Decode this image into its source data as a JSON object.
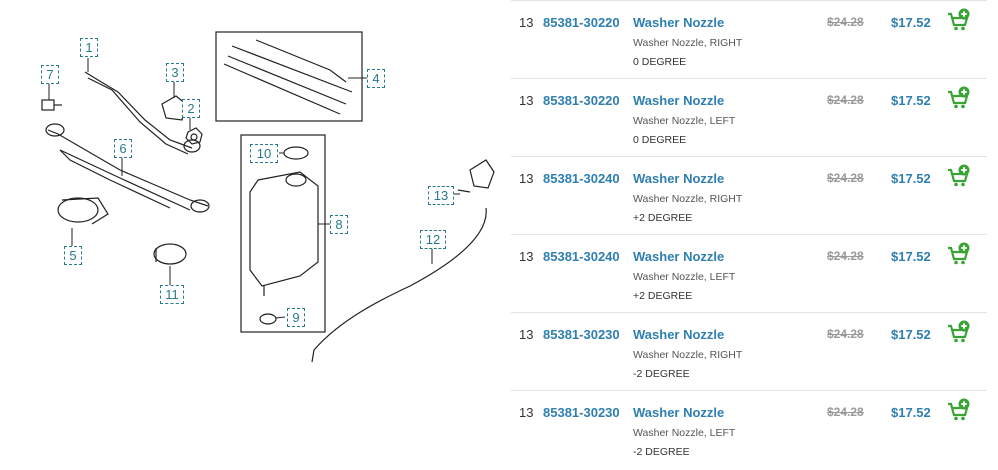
{
  "diagram": {
    "callouts": [
      "1",
      "2",
      "3",
      "4",
      "5",
      "6",
      "7",
      "8",
      "9",
      "10",
      "11",
      "12",
      "13"
    ]
  },
  "parts": [
    {
      "ref": "13",
      "part_number": "85381-30220",
      "name": "Washer Nozzle",
      "description": "Washer Nozzle, RIGHT",
      "note": "0 DEGREE",
      "msrp": "$24.28",
      "price": "$17.52"
    },
    {
      "ref": "13",
      "part_number": "85381-30220",
      "name": "Washer Nozzle",
      "description": "Washer Nozzle, LEFT",
      "note": "0 DEGREE",
      "msrp": "$24.28",
      "price": "$17.52"
    },
    {
      "ref": "13",
      "part_number": "85381-30240",
      "name": "Washer Nozzle",
      "description": "Washer Nozzle, RIGHT",
      "note": "+2 DEGREE",
      "msrp": "$24.28",
      "price": "$17.52"
    },
    {
      "ref": "13",
      "part_number": "85381-30240",
      "name": "Washer Nozzle",
      "description": "Washer Nozzle, LEFT",
      "note": "+2 DEGREE",
      "msrp": "$24.28",
      "price": "$17.52"
    },
    {
      "ref": "13",
      "part_number": "85381-30230",
      "name": "Washer Nozzle",
      "description": "Washer Nozzle, RIGHT",
      "note": "-2 DEGREE",
      "msrp": "$24.28",
      "price": "$17.52"
    },
    {
      "ref": "13",
      "part_number": "85381-30230",
      "name": "Washer Nozzle",
      "description": "Washer Nozzle, LEFT",
      "note": "-2 DEGREE",
      "msrp": "$24.28",
      "price": "$17.52"
    }
  ],
  "icons": {
    "cart": "add-to-cart-icon"
  },
  "colors": {
    "link": "#2f7fb0",
    "callout": "#2a7a8c",
    "cart": "#3aa335",
    "msrp": "#9a9a9a"
  }
}
